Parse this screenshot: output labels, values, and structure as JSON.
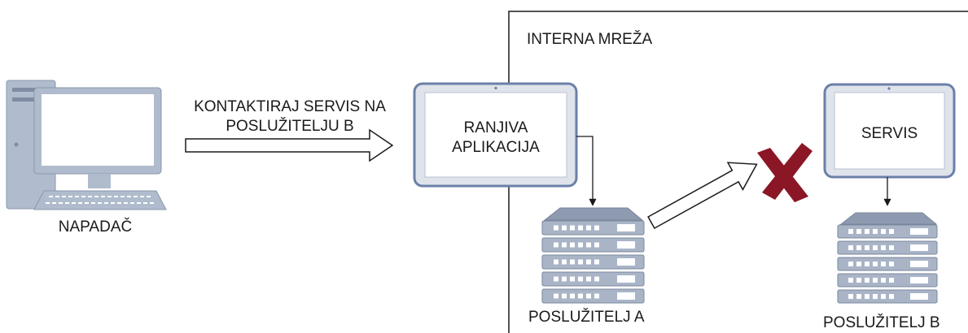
{
  "network_label": "INTERNA MREŽA",
  "attacker": {
    "label": "NAPADAČ",
    "icon": "desktop-computer-icon"
  },
  "request_arrow": {
    "line1": "KONTAKTIRAJ SERVIS NA",
    "line2": "POSLUŽITELJU B"
  },
  "vulnerable_app": {
    "line1": "RANJIVA",
    "line2": "APLIKACIJA",
    "icon": "tablet-icon"
  },
  "server_a": {
    "label": "POSLUŽITELJ A",
    "icon": "server-rack-icon"
  },
  "service": {
    "label": "SERVIS",
    "icon": "tablet-icon"
  },
  "server_b": {
    "label": "POSLUŽITELJ B",
    "icon": "server-rack-icon"
  },
  "blocked": {
    "icon": "cross-mark-icon"
  },
  "colors": {
    "device_border": "#6b7fa8",
    "device_fill": "#ffffff",
    "device_bezel": "#dfe3ea",
    "server_body": "#a9b4c7",
    "server_top": "#8d9ab0",
    "cross": "#8b1625",
    "line": "#1a1a1a"
  }
}
